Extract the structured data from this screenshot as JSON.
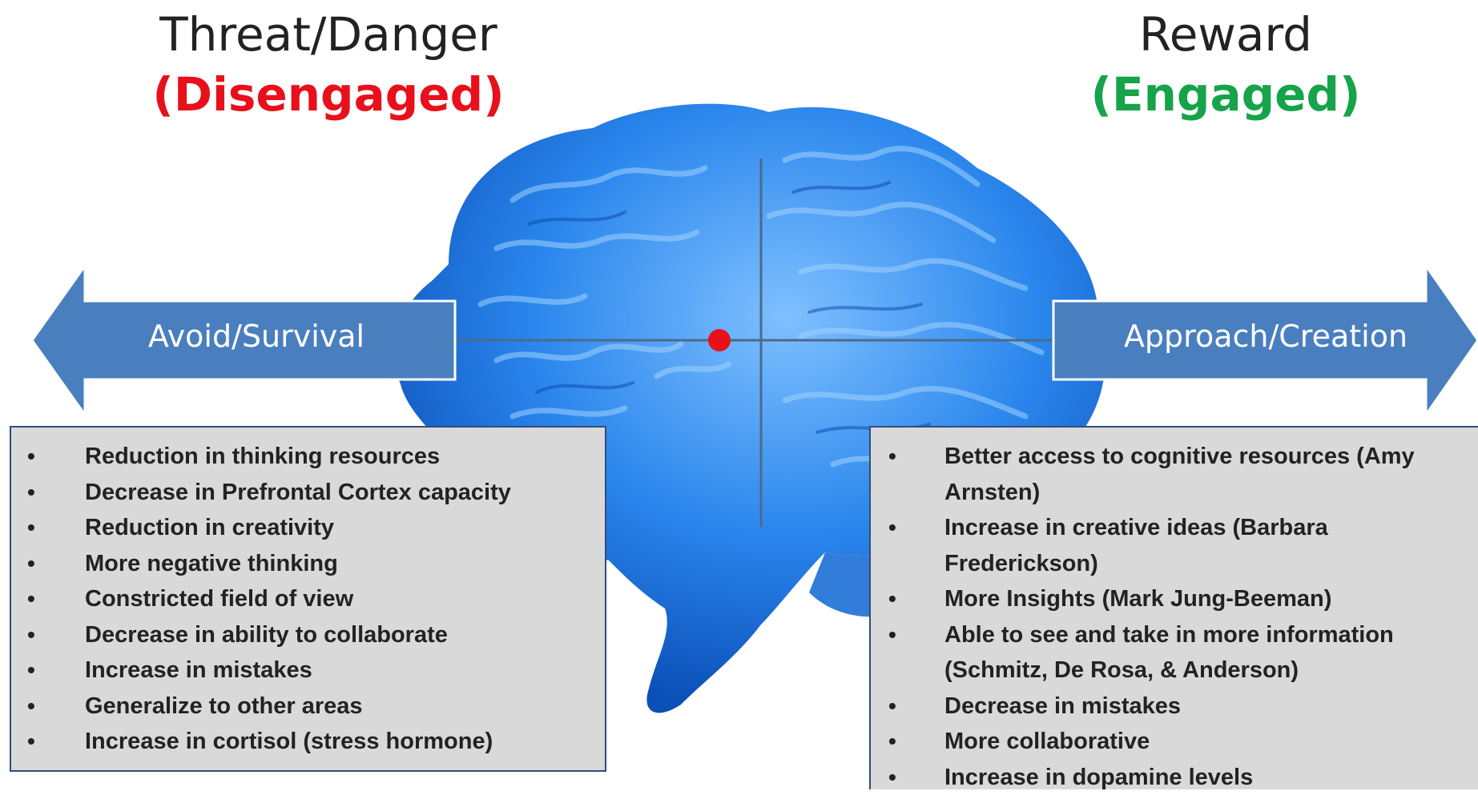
{
  "left": {
    "title": "Threat/Danger",
    "status": "(Disengaged)",
    "status_color": "#e8101a",
    "arrow_label": "Avoid/Survival",
    "items": [
      "Reduction in thinking resources",
      "Decrease in Prefrontal Cortex capacity",
      "Reduction in creativity",
      "More negative thinking",
      "Constricted field of view",
      "Decrease in ability to collaborate",
      "Increase in mistakes",
      "Generalize to other areas",
      "Increase in cortisol (stress hormone)"
    ]
  },
  "right": {
    "title": "Reward",
    "status": "(Engaged)",
    "status_color": "#16a34a",
    "arrow_label": "Approach/Creation",
    "items": [
      "Better access to cognitive resources (Amy Arnsten)",
      "Increase in creative ideas (Barbara Frederickson)",
      "More Insights (Mark Jung-Beeman)",
      "Able to see and take in more information (Schmitz, De Rosa, & Anderson)",
      "Decrease in mistakes",
      "More collaborative",
      "Increase in dopamine levels"
    ]
  },
  "colors": {
    "arrow": "#4a7fbf",
    "brain": "#2b7fe6",
    "center_dot": "#e8101a",
    "box_bg": "#d9d9d9",
    "box_border": "#2f4e7a"
  },
  "bullet": "•"
}
